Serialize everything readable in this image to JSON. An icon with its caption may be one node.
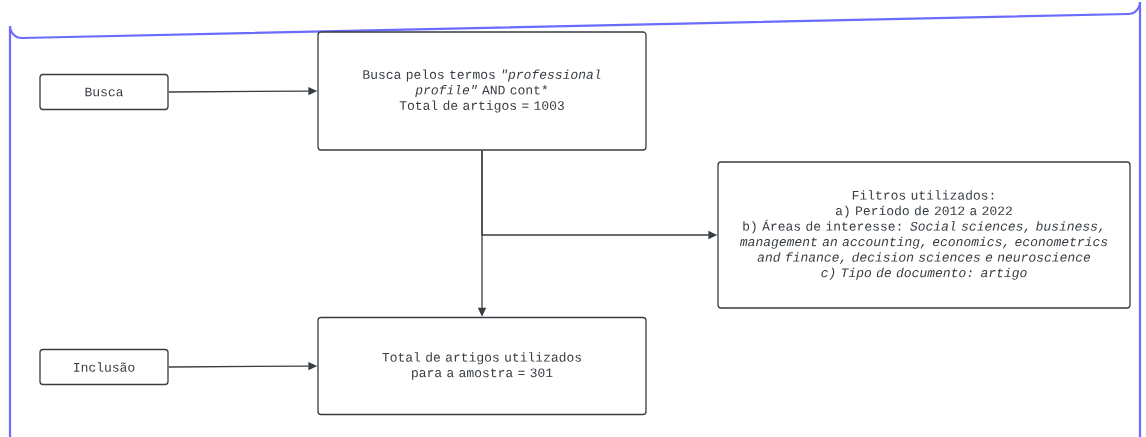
{
  "diagram": {
    "nodes": [
      {
        "text": [
          "Busca"
        ]
      },
      {
        "text": [
          "Busca pelos termos *\"professional profile\"* AND cont*",
          "Total de artigos = 1003"
        ]
      },
      {
        "text": [
          "Filtros utilizados:",
          "a) Período de 2012 a 2022",
          "b) Áreas de interesse: *Social sciences, business, management an accounting, economics, econometrics and finance, decision sciences e neuroscience*",
          "c) Tipo de documento: artigo"
        ]
      },
      {
        "text": [
          "Inclusão"
        ]
      },
      {
        "text": [
          "Total de artigos utilizados para a amostra = 301"
        ]
      }
    ],
    "edges": [
      {
        "from": 0,
        "to": 1,
        "arrow": "to"
      },
      {
        "from": 1,
        "to": 4,
        "arrow": "to"
      },
      {
        "from": 1,
        "to": 2,
        "arrow": "to"
      },
      {
        "from": 3,
        "to": 4,
        "arrow": "to"
      }
    ]
  }
}
